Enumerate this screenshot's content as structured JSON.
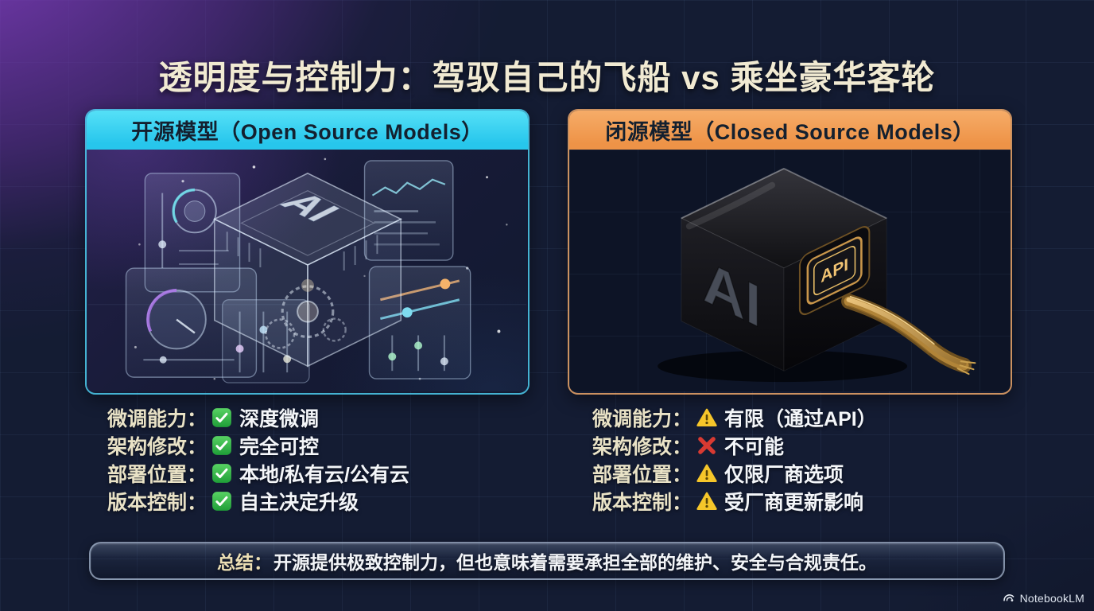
{
  "title": "透明度与控制力：驾驭自己的飞船 vs 乘坐豪华客轮",
  "colors": {
    "open_accent": "#2ecdef",
    "closed_accent": "#f29b54",
    "check_green": "#2fb34a",
    "warning_yellow": "#f6c62a",
    "cross_red": "#d83a32",
    "title_cream": "#f1ead2"
  },
  "open_panel": {
    "header": "开源模型（Open Source Models）",
    "cube_label": "AI",
    "rows": [
      {
        "label": "微调能力：",
        "icon": "check-icon",
        "value": "深度微调"
      },
      {
        "label": "架构修改：",
        "icon": "check-icon",
        "value": "完全可控"
      },
      {
        "label": "部署位置：",
        "icon": "check-icon",
        "value": "本地/私有云/公有云"
      },
      {
        "label": "版本控制：",
        "icon": "check-icon",
        "value": "自主决定升级"
      }
    ]
  },
  "closed_panel": {
    "header": "闭源模型（Closed Source Models）",
    "cube_label": "AI",
    "plug_label": "API",
    "rows": [
      {
        "label": "微调能力：",
        "icon": "warning-icon",
        "value": "有限（通过API）"
      },
      {
        "label": "架构修改：",
        "icon": "cross-icon",
        "value": "不可能"
      },
      {
        "label": "部署位置：",
        "icon": "warning-icon",
        "value": "仅限厂商选项"
      },
      {
        "label": "版本控制：",
        "icon": "warning-icon",
        "value": "受厂商更新影响"
      }
    ]
  },
  "summary": {
    "prefix": "总结：",
    "text": "开源提供极致控制力，但也意味着需要承担全部的维护、安全与合规责任。"
  },
  "watermark": {
    "label": "NotebookLM"
  }
}
